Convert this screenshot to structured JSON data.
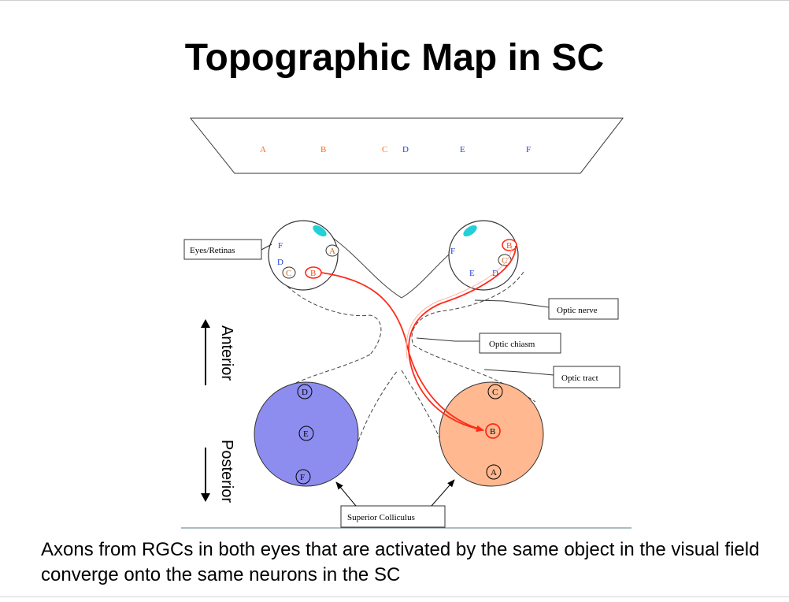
{
  "slide": {
    "title": "Topographic Map in SC",
    "caption": "Axons from RGCs in both eyes that are activated by the same object in the visual field converge onto the same neurons in the SC"
  },
  "visual_field": {
    "letters": [
      {
        "text": "A",
        "color": "#ff6a1a"
      },
      {
        "text": "B",
        "color": "#ff6a1a"
      },
      {
        "text": "C",
        "color": "#ff6a1a"
      },
      {
        "text": "D",
        "color": "#1f3fe0"
      },
      {
        "text": "E",
        "color": "#1f3fe0"
      },
      {
        "text": "F",
        "color": "#1f3fe0"
      }
    ]
  },
  "left_eye": {
    "letters": [
      {
        "text": "F",
        "color": "#1f3fe0"
      },
      {
        "text": "A",
        "color": "#d26a1a"
      },
      {
        "text": "D",
        "color": "#1f3fe0"
      },
      {
        "text": "C",
        "color": "#d26a1a"
      },
      {
        "text": "B",
        "color": "#ff4a1a"
      }
    ]
  },
  "right_eye": {
    "letters": [
      {
        "text": "B",
        "color": "#ff4a1a"
      },
      {
        "text": "F",
        "color": "#1f3fe0"
      },
      {
        "text": "C",
        "color": "#d26a1a"
      },
      {
        "text": "E",
        "color": "#1f3fe0"
      },
      {
        "text": "D",
        "color": "#1f3fe0"
      }
    ]
  },
  "left_sc": {
    "fill": "#8d8df0",
    "letters": [
      "D",
      "E",
      "F"
    ]
  },
  "right_sc": {
    "fill": "#ffb890",
    "letters": [
      "C",
      "B",
      "A"
    ]
  },
  "labels": {
    "eyes": "Eyes/Retinas",
    "optic_nerve": "Optic nerve",
    "optic_chiasm": "Optic chiasm",
    "optic_tract": "Optic tract",
    "superior_colliculus": "Superior Colliculus",
    "anterior": "Anterior",
    "posterior": "Posterior"
  },
  "colors": {
    "axon": "#ff2a1a",
    "pupil": "#22d0d8",
    "outline": "#333333"
  }
}
